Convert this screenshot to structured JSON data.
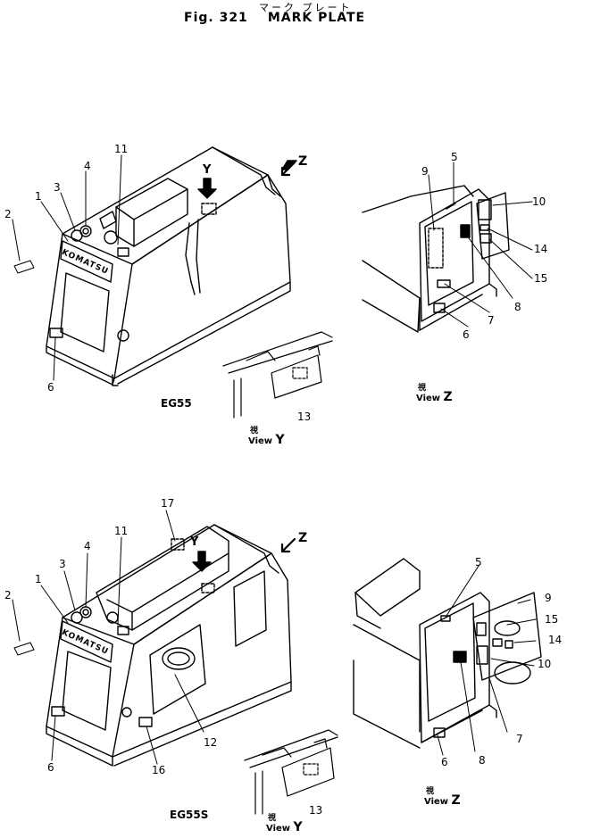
{
  "header": {
    "title_jp": "マーク プレート",
    "fig": "Fig. 321",
    "title": "MARK PLATE"
  },
  "upper": {
    "model": "EG55",
    "view_y": {
      "jp": "視",
      "text": "View",
      "letter": "Y"
    },
    "view_z": {
      "jp": "視",
      "text": "View",
      "letter": "Z"
    },
    "arrow_y": "Y",
    "arrow_z": "Z",
    "callouts": [
      "1",
      "2",
      "3",
      "4",
      "6",
      "11",
      "13",
      "5",
      "9",
      "10",
      "14",
      "15",
      "8",
      "7",
      "6"
    ]
  },
  "lower": {
    "model": "EG55S",
    "view_y": {
      "jp": "視",
      "text": "View",
      "letter": "Y"
    },
    "view_z": {
      "jp": "視",
      "text": "View",
      "letter": "Z"
    },
    "arrow_y": "Y",
    "arrow_z": "Z",
    "callouts": [
      "17",
      "11",
      "4",
      "3",
      "2",
      "1",
      "6",
      "16",
      "12",
      "13",
      "5",
      "9",
      "15",
      "14",
      "10",
      "7",
      "8",
      "6"
    ]
  },
  "nameplate_text": "KOMATSU"
}
